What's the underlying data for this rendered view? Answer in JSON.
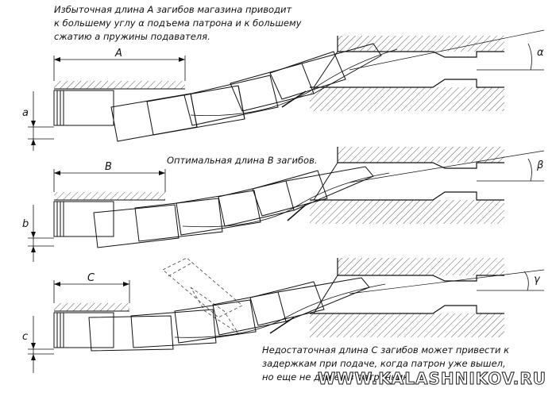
{
  "notes": {
    "top": "Избыточная длина A загибов магазина приводит\nк большему углу α подъема патрона и к большему\nсжатию а пружины подавателя.",
    "middle": "Оптимальная длина B загибов.",
    "bottom": "Недостаточная длина C загибов может привести к\nзадержкам при подаче, когда патрон уже вышел,\nно еще не дошел в патронник"
  },
  "labels": {
    "dim_A": "A",
    "dim_B": "B",
    "dim_C": "C",
    "spring_a": "a",
    "spring_b": "b",
    "spring_c": "c",
    "angle_1": "α",
    "angle_2": "β",
    "angle_3": "γ"
  },
  "watermark": "WWW.KALASHNIKOV.RU"
}
